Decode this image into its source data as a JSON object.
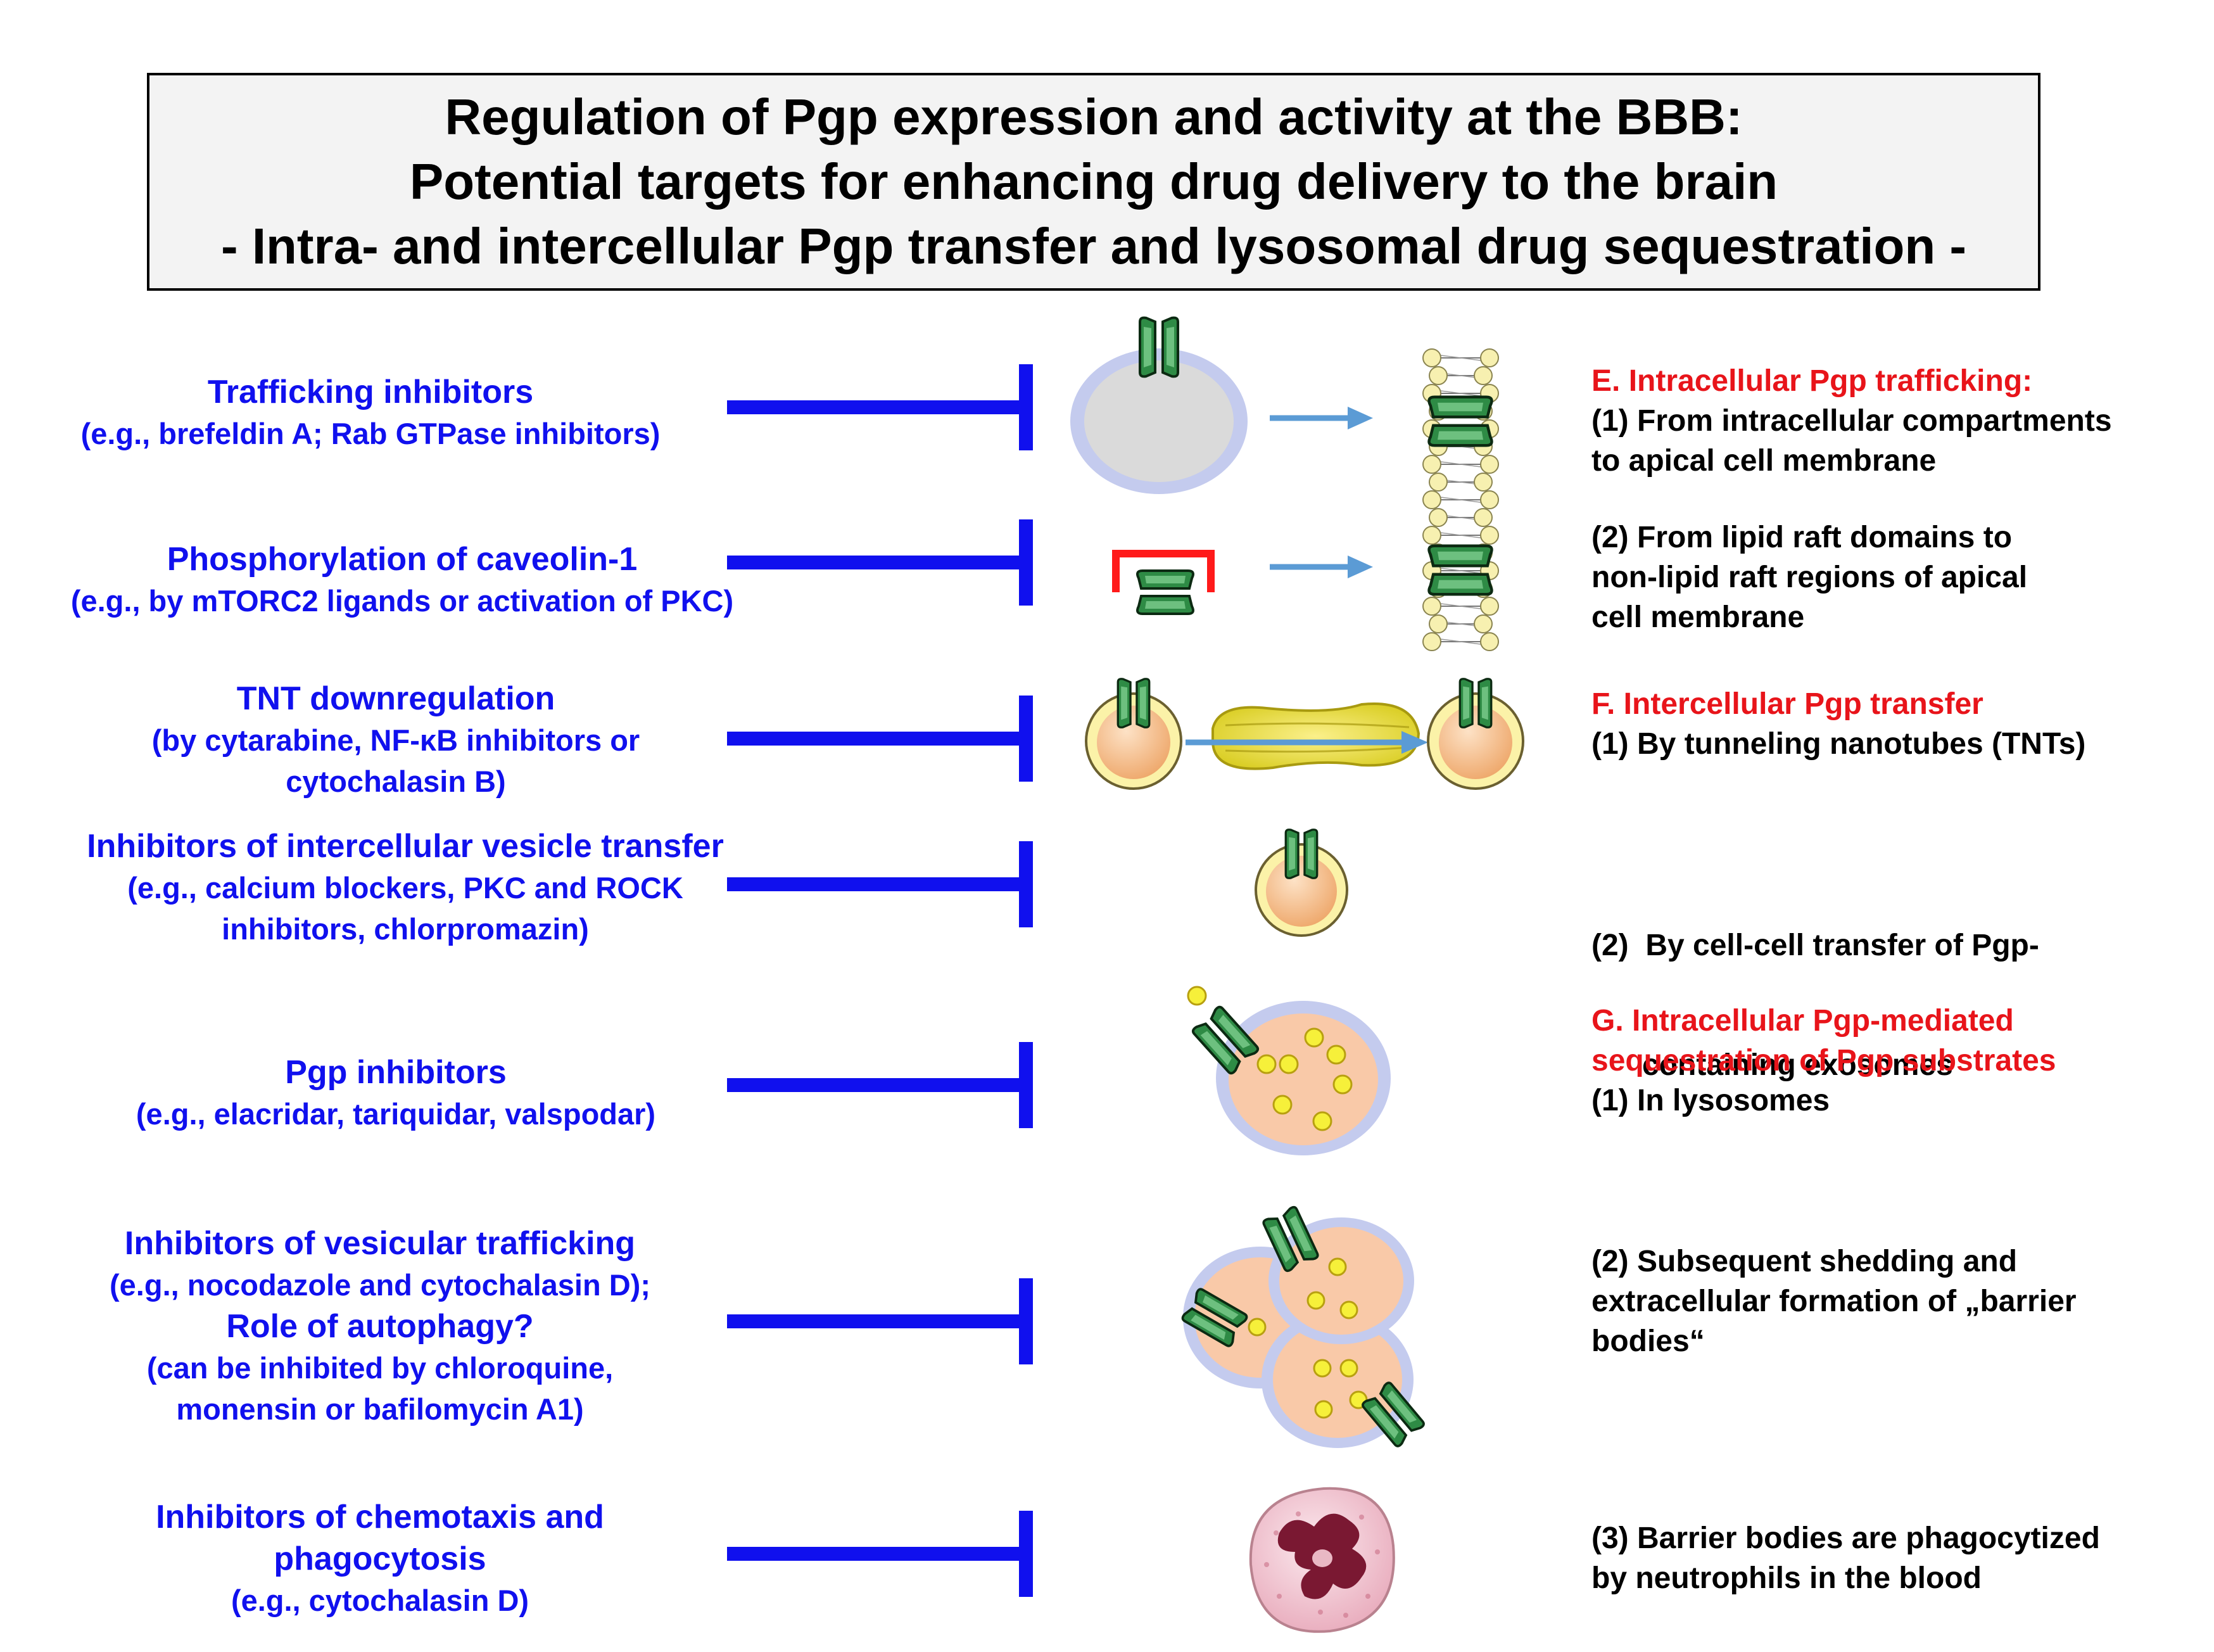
{
  "title": {
    "line1": "Regulation of Pgp expression and activity at the BBB:",
    "line2": "Potential targets for enhancing drug delivery to the brain",
    "line3": "- Intra- and intercellular Pgp transfer and lysosomal drug sequestration -"
  },
  "inhibitors": [
    {
      "main": "Trafficking inhibitors",
      "sub": [
        "(e.g., brefeldin A; Rab GTPase inhibitors)"
      ]
    },
    {
      "main": "Phosphorylation of caveolin-1",
      "sub": [
        "(e.g., by mTORC2 ligands or activation of PKC)"
      ]
    },
    {
      "main": "TNT downregulation",
      "sub": [
        "(by cytarabine, NF-κB inhibitors or",
        "cytochalasin B)"
      ]
    },
    {
      "main": "Inhibitors of intercellular vesicle transfer",
      "sub": [
        "(e.g., calcium blockers, PKC and ROCK",
        "inhibitors, chlorpromazin)"
      ]
    },
    {
      "main": "Pgp inhibitors",
      "sub": [
        "(e.g., elacridar, tariquidar, valspodar)"
      ]
    },
    {
      "main": "Inhibitors of vesicular trafficking",
      "sub": [
        "(e.g., nocodazole and cytochalasin D);"
      ],
      "main2": "Role of autophagy?",
      "sub2": [
        "(can be inhibited by chloroquine,",
        "monensin or bafilomycin A1)"
      ]
    },
    {
      "main": "Inhibitors of chemotaxis and",
      "main_b": "phagocytosis",
      "sub": [
        "(e.g., cytochalasin D)"
      ]
    }
  ],
  "mechanisms": {
    "E": {
      "heading": "E. Intracellular Pgp trafficking:",
      "item1": [
        "(1) From intracellular compartments",
        "to apical cell membrane"
      ],
      "item2": [
        "(2) From lipid raft  domains to",
        "non-lipid raft regions of apical",
        "cell membrane"
      ]
    },
    "F": {
      "heading": "F. Intercellular Pgp transfer",
      "item1": [
        "(1)  By tunneling nanotubes (TNTs)"
      ],
      "item2": [
        "(2)  By cell-cell transfer of Pgp-",
        "      containing exosomes"
      ]
    },
    "G": {
      "heading": [
        "G. Intracellular Pgp-mediated",
        "sequestration of Pgp substrates"
      ],
      "item1": [
        "(1) In lysosomes"
      ],
      "item2": [
        "(2) Subsequent shedding and",
        "extracellular formation of „barrier",
        "bodies“"
      ],
      "item3": [
        "(3) Barrier bodies are phagocytized",
        "by neutrophils in the blood"
      ]
    }
  },
  "colors": {
    "inhibitor_text": "#1010ee",
    "heading_red": "#e8141a",
    "pgp_green": "#2e8b45",
    "vesicle_fill": "#f5c49a",
    "membrane_blue": "#c0c8ec",
    "arrow_blue": "#5b9bd5"
  },
  "icons": [
    "inhibition-line-icon",
    "pgp-transporter-icon",
    "vesicle-icon",
    "lipid-bilayer-icon",
    "caveolin-bracket-icon",
    "exosome-icon",
    "tunneling-nanotube-icon",
    "lysosome-icon",
    "barrier-bodies-icon",
    "neutrophil-icon"
  ]
}
